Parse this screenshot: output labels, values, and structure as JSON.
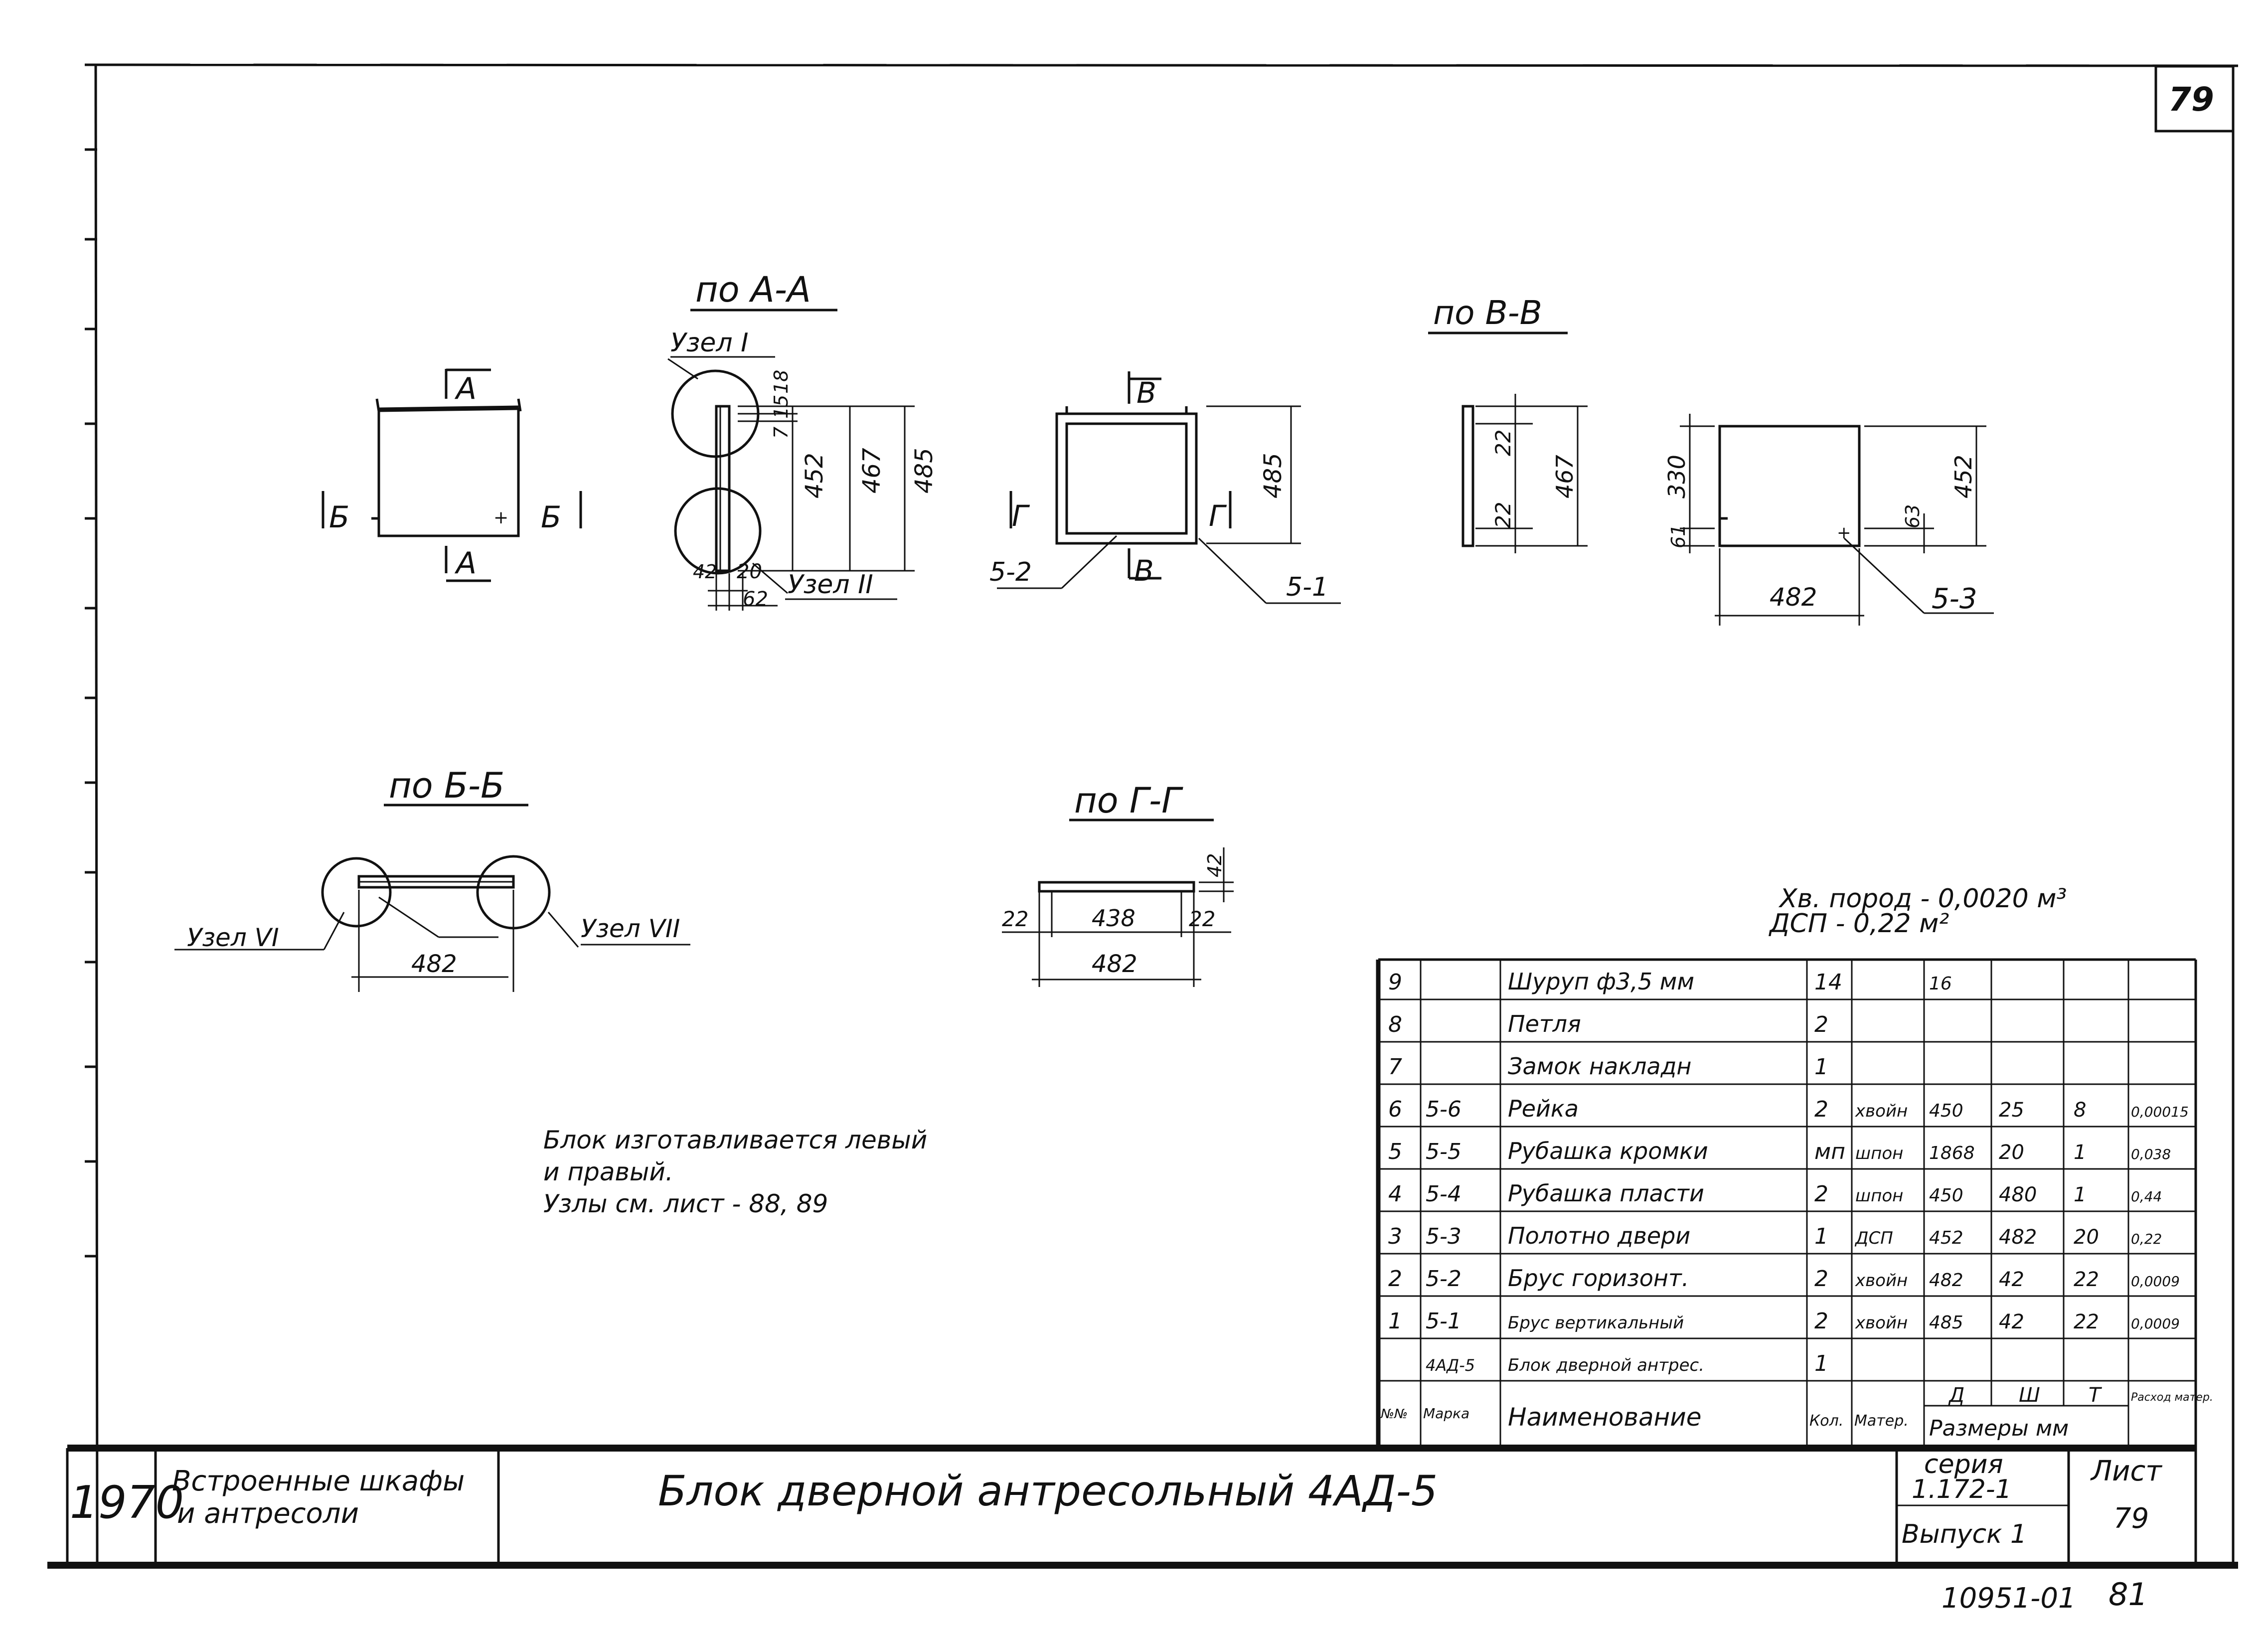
{
  "sheet": {
    "page_number": "79",
    "archive_number": "10951-01",
    "archive_page": "81"
  },
  "views": {
    "plan": {
      "labels": [
        "А",
        "Б",
        "Б",
        "А"
      ]
    },
    "aa": {
      "title": "по А-А",
      "node1": "Узел I",
      "node2": "Узел II",
      "dims": [
        "7",
        "15",
        "18",
        "452",
        "467",
        "485",
        "42",
        "20",
        "62"
      ]
    },
    "front": {
      "labels": [
        "В",
        "Г",
        "Г",
        "В"
      ],
      "dim": "485",
      "ref_left": "5-2",
      "ref_right": "5-1"
    },
    "bb": {
      "title": "по Б-Б",
      "node6": "Узел VI",
      "node7": "Узел VII",
      "dim": "482"
    },
    "vv": {
      "title": "по В-В",
      "dims": [
        "22",
        "467",
        "22"
      ]
    },
    "panel": {
      "dims": [
        "330",
        "61",
        "452",
        "63",
        "482"
      ],
      "ref": "5-3"
    },
    "gg": {
      "title": "по Г-Г",
      "dims": [
        "22",
        "438",
        "22",
        "482",
        "42"
      ]
    }
  },
  "notes": [
    "Блок изготавливается левый",
    "и правый.",
    "Узлы см. лист - 88, 89"
  ],
  "materials": [
    "Хв. пород - 0,0020 м³",
    "ДСП - 0,22 м²"
  ],
  "spec_table": {
    "rows": [
      [
        "9",
        "",
        "Шуруп ф3,5 мм",
        "14",
        "",
        "16",
        "",
        "",
        ""
      ],
      [
        "8",
        "",
        "Петля",
        "2",
        "",
        "",
        "",
        "",
        ""
      ],
      [
        "7",
        "",
        "Замок накладн",
        "1",
        "",
        "",
        "",
        "",
        ""
      ],
      [
        "6",
        "5-6",
        "Рейка",
        "2",
        "хвойн",
        "450",
        "25",
        "8",
        "0,00015"
      ],
      [
        "5",
        "5-5",
        "Рубашка кромки",
        "мп",
        "шпон",
        "1868",
        "20",
        "1",
        "0,038"
      ],
      [
        "4",
        "5-4",
        "Рубашка пласти",
        "2",
        "шпон",
        "450",
        "480",
        "1",
        "0,44"
      ],
      [
        "3",
        "5-3",
        "Полотно двери",
        "1",
        "ДСП",
        "452",
        "482",
        "20",
        "0,22"
      ],
      [
        "2",
        "5-2",
        "Брус горизонт.",
        "2",
        "хвойн",
        "482",
        "42",
        "22",
        "0,0009"
      ],
      [
        "1",
        "5-1",
        "Брус вертикальный",
        "2",
        "хвойн",
        "485",
        "42",
        "22",
        "0,0009"
      ],
      [
        "",
        "4АД-5",
        "Блок дверной антрес.",
        "1",
        "",
        "",
        "",
        "",
        ""
      ]
    ],
    "header": [
      "№№",
      "Марка",
      "Наименование",
      "Кол.",
      "Матер.",
      "Д",
      "Ш",
      "Т",
      "Расход матер."
    ],
    "sizes_label": "Размеры мм"
  },
  "title_block": {
    "year": "1970",
    "series_title_line1": "Встроенные шкафы",
    "series_title_line2": "и антресоли",
    "drawing_title": "Блок дверной антресольный 4АД-5",
    "series_label": "серия",
    "series_number": "1.172-1",
    "issue": "Выпуск 1",
    "sheet_label": "Лист",
    "sheet_number": "79"
  }
}
